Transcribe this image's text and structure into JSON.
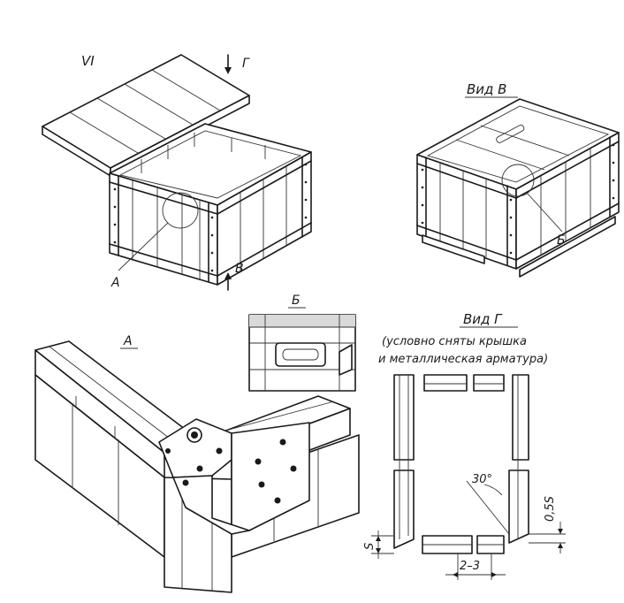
{
  "labels": {
    "figure_number": "VI",
    "arrow_g": "Г",
    "arrow_v": "В",
    "view_v_title": "Вид В",
    "callout_a": "А",
    "callout_b": "Б",
    "detail_b_title": "Б",
    "detail_a_title": "А",
    "view_g_title": "Вид Г",
    "view_g_note_1": "(условно сняты крышка",
    "view_g_note_2": "и металлическая арматура)",
    "dim_angle": "30°",
    "dim_gap": "0,5S",
    "dim_thickness": "S",
    "dim_width": "2–3"
  }
}
